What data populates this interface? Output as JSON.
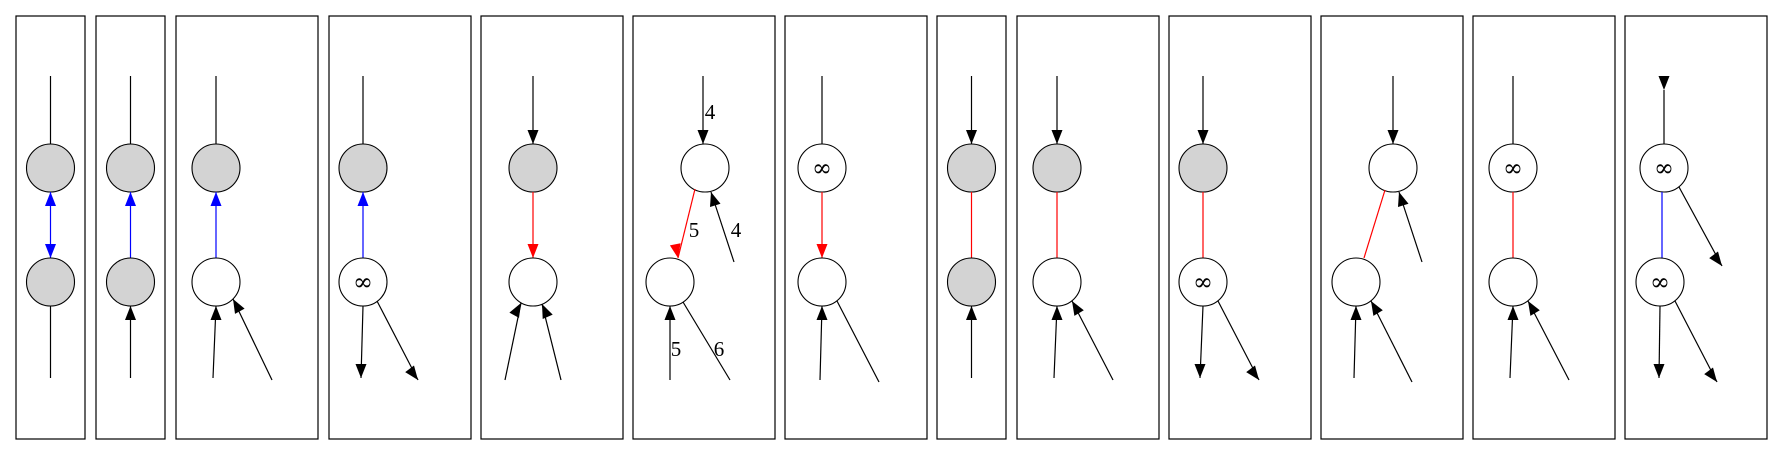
{
  "colors": {
    "frame": "#000000",
    "edge": "#000000",
    "blue": "#0000ff",
    "red": "#ff0000",
    "node_gray": "#d3d3d3",
    "node_white": "#ffffff"
  },
  "panels": [
    {
      "name": "panel-1",
      "label_text": [],
      "inf_text": [],
      "nodes": [
        {
          "fill": "gray"
        },
        {
          "fill": "gray"
        }
      ],
      "edge_color": "blue"
    },
    {
      "name": "panel-2",
      "label_text": [],
      "inf_text": [],
      "nodes": [
        {
          "fill": "gray"
        },
        {
          "fill": "gray"
        }
      ],
      "edge_color": "blue"
    },
    {
      "name": "panel-3",
      "label_text": [],
      "inf_text": [],
      "nodes": [
        {
          "fill": "gray"
        },
        {
          "fill": "white"
        }
      ],
      "edge_color": "blue"
    },
    {
      "name": "panel-4",
      "label_text": [],
      "inf_text": [
        "∞"
      ],
      "nodes": [
        {
          "fill": "gray"
        },
        {
          "fill": "white"
        }
      ],
      "edge_color": "blue"
    },
    {
      "name": "panel-5",
      "label_text": [],
      "inf_text": [],
      "nodes": [
        {
          "fill": "gray"
        },
        {
          "fill": "white"
        }
      ],
      "edge_color": "red"
    },
    {
      "name": "panel-6",
      "label_text": [
        "4",
        "4",
        "5",
        "5",
        "6"
      ],
      "inf_text": [],
      "nodes": [
        {
          "fill": "white"
        },
        {
          "fill": "white"
        }
      ],
      "edge_color": "red"
    },
    {
      "name": "panel-7",
      "label_text": [],
      "inf_text": [
        "∞"
      ],
      "nodes": [
        {
          "fill": "white"
        },
        {
          "fill": "white"
        }
      ],
      "edge_color": "red"
    },
    {
      "name": "panel-8",
      "label_text": [],
      "inf_text": [],
      "nodes": [
        {
          "fill": "gray"
        },
        {
          "fill": "gray"
        }
      ],
      "edge_color": "red"
    },
    {
      "name": "panel-9",
      "label_text": [],
      "inf_text": [],
      "nodes": [
        {
          "fill": "gray"
        },
        {
          "fill": "white"
        }
      ],
      "edge_color": "red"
    },
    {
      "name": "panel-10",
      "label_text": [],
      "inf_text": [
        "∞"
      ],
      "nodes": [
        {
          "fill": "gray"
        },
        {
          "fill": "white"
        }
      ],
      "edge_color": "red"
    },
    {
      "name": "panel-11",
      "label_text": [],
      "inf_text": [],
      "nodes": [
        {
          "fill": "white"
        },
        {
          "fill": "white"
        }
      ],
      "edge_color": "red"
    },
    {
      "name": "panel-12",
      "label_text": [],
      "inf_text": [
        "∞"
      ],
      "nodes": [
        {
          "fill": "white"
        },
        {
          "fill": "white"
        }
      ],
      "edge_color": "red"
    },
    {
      "name": "panel-13",
      "label_text": [],
      "inf_text": [
        "∞",
        "∞"
      ],
      "nodes": [
        {
          "fill": "white"
        },
        {
          "fill": "white"
        }
      ],
      "edge_color": "blue"
    }
  ]
}
